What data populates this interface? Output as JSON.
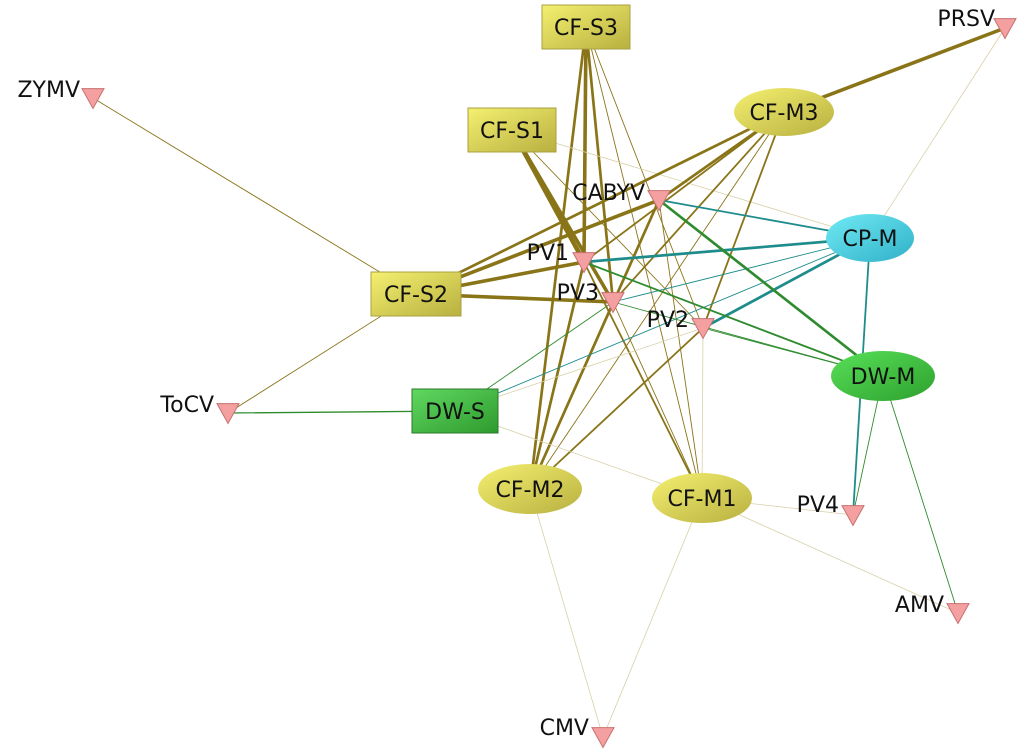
{
  "diagram": {
    "colors": {
      "cf_edge": "#8a7418",
      "cp_edge": "#1f8c8c",
      "dw_edge": "#2e8b2e",
      "faint_edge": "#d8d0a8",
      "virus_fill": "#f4a0a0",
      "virus_stroke": "#c87070",
      "cf_fill": "#e8e050",
      "cf_stroke": "#a8a040",
      "dws_fill": "#50c050",
      "dwm_fill": "#40c040",
      "cpm_fill": "#50d0e0"
    },
    "nodes": [
      {
        "id": "cfs3",
        "label": "CF-S3",
        "shape": "rect",
        "kind": "cf"
      },
      {
        "id": "cfs1",
        "label": "CF-S1",
        "shape": "rect",
        "kind": "cf"
      },
      {
        "id": "cfs2",
        "label": "CF-S2",
        "shape": "rect",
        "kind": "cf"
      },
      {
        "id": "dws",
        "label": "DW-S",
        "shape": "rect",
        "kind": "dws"
      },
      {
        "id": "cfm3",
        "label": "CF-M3",
        "shape": "ellipse",
        "kind": "cf"
      },
      {
        "id": "cpm",
        "label": "CP-M",
        "shape": "ellipse",
        "kind": "cpm"
      },
      {
        "id": "dwm",
        "label": "DW-M",
        "shape": "ellipse",
        "kind": "dwm"
      },
      {
        "id": "cfm2",
        "label": "CF-M2",
        "shape": "ellipse",
        "kind": "cf"
      },
      {
        "id": "cfm1",
        "label": "CF-M1",
        "shape": "ellipse",
        "kind": "cf"
      },
      {
        "id": "prsv",
        "label": "PRSV",
        "shape": "triangle",
        "kind": "virus"
      },
      {
        "id": "zymv",
        "label": "ZYMV",
        "shape": "triangle",
        "kind": "virus"
      },
      {
        "id": "cabyv",
        "label": "CABYV",
        "shape": "triangle",
        "kind": "virus"
      },
      {
        "id": "pv1",
        "label": "PV1",
        "shape": "triangle",
        "kind": "virus"
      },
      {
        "id": "pv3",
        "label": "PV3",
        "shape": "triangle",
        "kind": "virus"
      },
      {
        "id": "pv2",
        "label": "PV2",
        "shape": "triangle",
        "kind": "virus"
      },
      {
        "id": "tocv",
        "label": "ToCV",
        "shape": "triangle",
        "kind": "virus"
      },
      {
        "id": "pv4",
        "label": "PV4",
        "shape": "triangle",
        "kind": "virus"
      },
      {
        "id": "amv",
        "label": "AMV",
        "shape": "triangle",
        "kind": "virus"
      },
      {
        "id": "cmv",
        "label": "CMV",
        "shape": "triangle",
        "kind": "virus"
      }
    ],
    "edges": [
      {
        "from": "cfs3",
        "to": "pv1",
        "weight": 4,
        "kind": "cf"
      },
      {
        "from": "cfs3",
        "to": "pv3",
        "weight": 3,
        "kind": "cf"
      },
      {
        "from": "cfs3",
        "to": "cfm2",
        "weight": 3,
        "kind": "cf"
      },
      {
        "from": "cfs3",
        "to": "cfm1",
        "weight": 1,
        "kind": "cf"
      },
      {
        "from": "cfs3",
        "to": "pv2",
        "weight": 1,
        "kind": "cf"
      },
      {
        "from": "cfs1",
        "to": "pv1",
        "weight": 5,
        "kind": "cf"
      },
      {
        "from": "cfs1",
        "to": "pv3",
        "weight": 4,
        "kind": "cf"
      },
      {
        "from": "cfs1",
        "to": "pv2",
        "weight": 1,
        "kind": "cf"
      },
      {
        "from": "cfs1",
        "to": "cpm",
        "weight": 0.5,
        "kind": "faint"
      },
      {
        "from": "cfs2",
        "to": "zymv",
        "weight": 1,
        "kind": "cf"
      },
      {
        "from": "cfs2",
        "to": "tocv",
        "weight": 1,
        "kind": "cf"
      },
      {
        "from": "cfs2",
        "to": "cabyv",
        "weight": 4,
        "kind": "cf"
      },
      {
        "from": "cfs2",
        "to": "pv1",
        "weight": 4,
        "kind": "cf"
      },
      {
        "from": "cfs2",
        "to": "pv3",
        "weight": 4,
        "kind": "cf"
      },
      {
        "from": "cfs2",
        "to": "cfm3",
        "weight": 3,
        "kind": "cf"
      },
      {
        "from": "cfm3",
        "to": "prsv",
        "weight": 4,
        "kind": "cf"
      },
      {
        "from": "cfm3",
        "to": "cabyv",
        "weight": 3,
        "kind": "cf"
      },
      {
        "from": "cfm3",
        "to": "pv1",
        "weight": 2,
        "kind": "cf"
      },
      {
        "from": "cfm3",
        "to": "pv3",
        "weight": 2,
        "kind": "cf"
      },
      {
        "from": "cfm3",
        "to": "pv2",
        "weight": 2,
        "kind": "cf"
      },
      {
        "from": "cfm3",
        "to": "cfm2",
        "weight": 1,
        "kind": "cf"
      },
      {
        "from": "cabyv",
        "to": "cfm2",
        "weight": 3,
        "kind": "cf"
      },
      {
        "from": "cabyv",
        "to": "cfm1",
        "weight": 1,
        "kind": "cf"
      },
      {
        "from": "pv1",
        "to": "cfm2",
        "weight": 3,
        "kind": "cf"
      },
      {
        "from": "pv1",
        "to": "cfm1",
        "weight": 2,
        "kind": "cf"
      },
      {
        "from": "pv3",
        "to": "cfm2",
        "weight": 2,
        "kind": "cf"
      },
      {
        "from": "pv3",
        "to": "cfm1",
        "weight": 1,
        "kind": "cf"
      },
      {
        "from": "pv2",
        "to": "cfm2",
        "weight": 2,
        "kind": "cf"
      },
      {
        "from": "cfm2",
        "to": "cmv",
        "weight": 0.6,
        "kind": "faint"
      },
      {
        "from": "cfm1",
        "to": "cmv",
        "weight": 0.6,
        "kind": "faint"
      },
      {
        "from": "cfm1",
        "to": "pv4",
        "weight": 0.6,
        "kind": "faint"
      },
      {
        "from": "cfm1",
        "to": "amv",
        "weight": 0.6,
        "kind": "faint"
      },
      {
        "from": "pv2",
        "to": "cfm1",
        "weight": 0.6,
        "kind": "faint"
      },
      {
        "from": "cabyv",
        "to": "cpm",
        "weight": 2,
        "kind": "cp"
      },
      {
        "from": "pv1",
        "to": "cpm",
        "weight": 3,
        "kind": "cp"
      },
      {
        "from": "pv3",
        "to": "cpm",
        "weight": 1,
        "kind": "cp"
      },
      {
        "from": "pv2",
        "to": "cpm",
        "weight": 3,
        "kind": "cp"
      },
      {
        "from": "dws",
        "to": "cpm",
        "weight": 1,
        "kind": "cp"
      },
      {
        "from": "cpm",
        "to": "pv4",
        "weight": 2,
        "kind": "cp"
      },
      {
        "from": "prsv",
        "to": "cpm",
        "weight": 0.5,
        "kind": "faint"
      },
      {
        "from": "cabyv",
        "to": "dwm",
        "weight": 3,
        "kind": "dw"
      },
      {
        "from": "pv1",
        "to": "dwm",
        "weight": 2,
        "kind": "dw"
      },
      {
        "from": "pv3",
        "to": "dwm",
        "weight": 1,
        "kind": "dw"
      },
      {
        "from": "pv2",
        "to": "dwm",
        "weight": 1,
        "kind": "dw"
      },
      {
        "from": "dwm",
        "to": "pv4",
        "weight": 1,
        "kind": "dw"
      },
      {
        "from": "dwm",
        "to": "amv",
        "weight": 1,
        "kind": "dw"
      },
      {
        "from": "tocv",
        "to": "dws",
        "weight": 1.5,
        "kind": "dw"
      },
      {
        "from": "dws",
        "to": "pv3",
        "weight": 1,
        "kind": "dw"
      },
      {
        "from": "dws",
        "to": "cfm1",
        "weight": 0.5,
        "kind": "faint"
      },
      {
        "from": "dws",
        "to": "pv2",
        "weight": 0.5,
        "kind": "faint"
      }
    ]
  }
}
